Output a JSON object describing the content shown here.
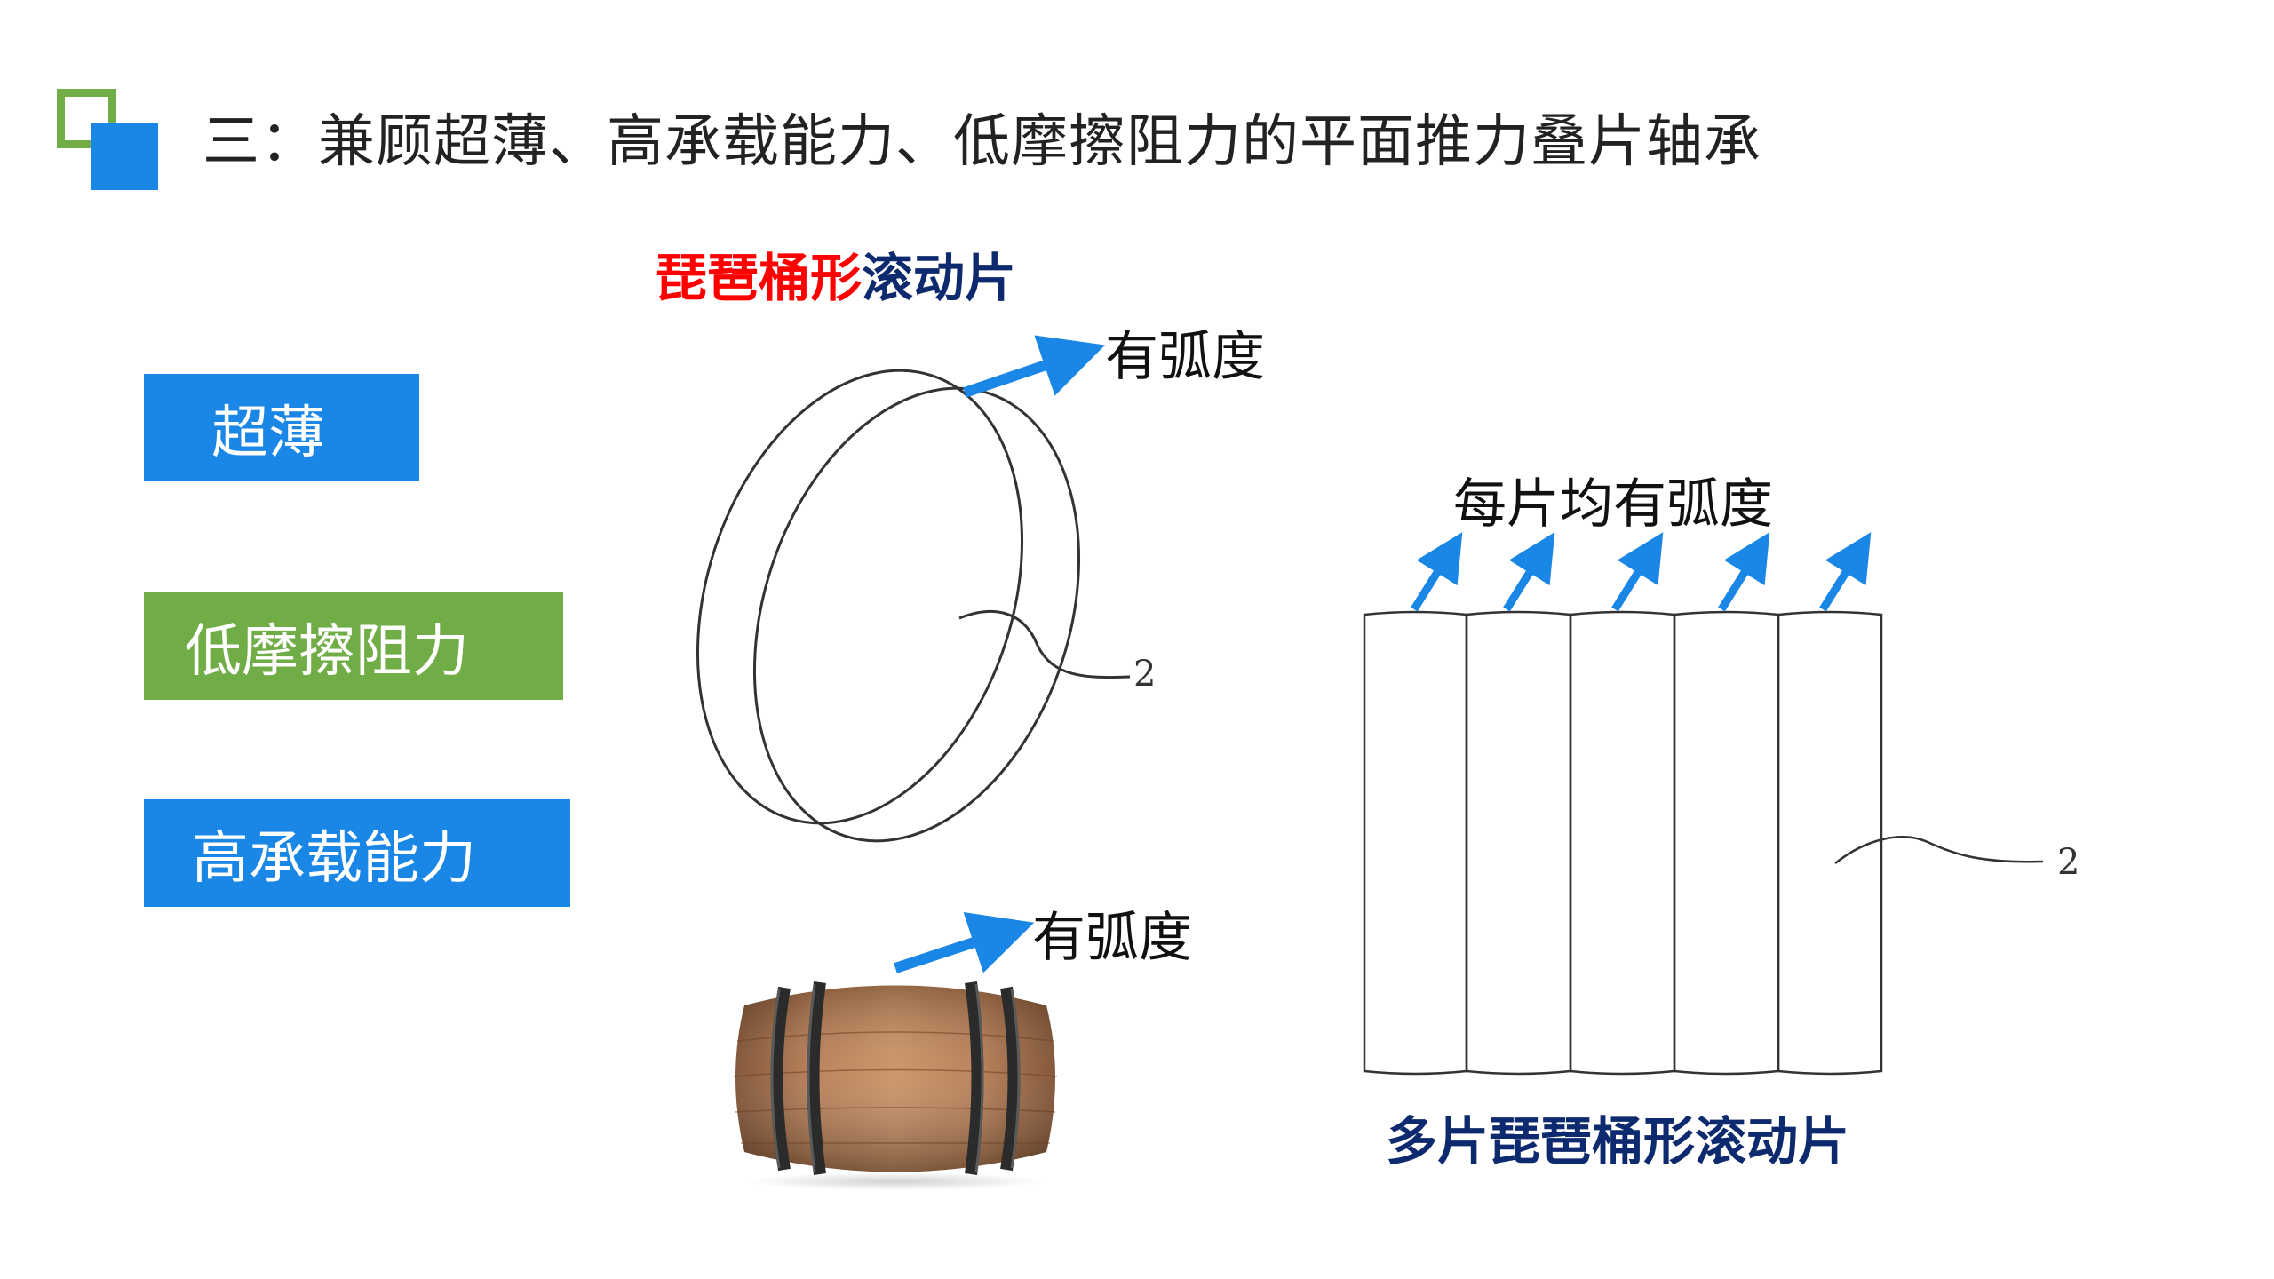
{
  "title": {
    "text": "三：兼顾超薄、高承载能力、低摩擦阻力的平面推力叠片轴承"
  },
  "features": [
    {
      "label": "超薄",
      "color": "#1a86e6"
    },
    {
      "label": "低摩擦阻力",
      "color": "#70ad47"
    },
    {
      "label": "高承载能力",
      "color": "#1a86e6"
    }
  ],
  "roller": {
    "heading_red": "琵琶桶形",
    "heading_navy": "滚动片",
    "arc_callout": "有弧度",
    "part_number": "2"
  },
  "barrel": {
    "arc_callout": "有弧度"
  },
  "stack": {
    "callout": "每片均有弧度",
    "heading": "多片琵琶桶形滚动片",
    "part_number": "2",
    "slice_count": 5
  },
  "colors": {
    "accent_blue": "#1a86e6",
    "accent_green": "#70ad47",
    "heading_red": "#ff0000",
    "heading_navy": "#0e2a6e",
    "arrow_blue": "#1a86e6"
  }
}
